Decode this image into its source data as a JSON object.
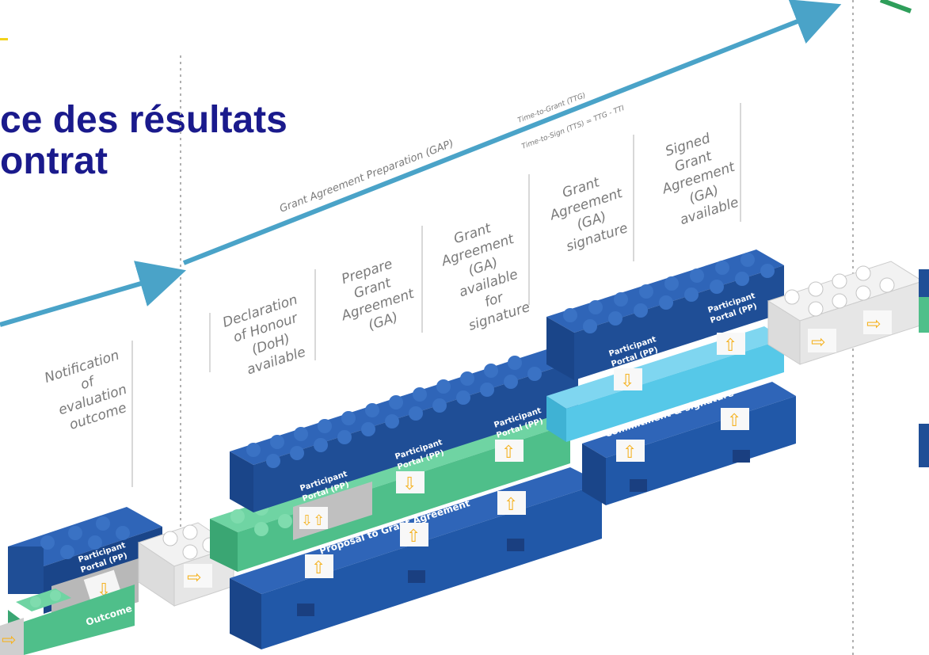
{
  "title": {
    "line1": "ce des résultats",
    "line2": "ontrat"
  },
  "timeline": {
    "gap_label": "Grant Agreement Preparation (GAP)",
    "ttg_label": "Time-to-Grant (TTG)",
    "tts_label": "Time-to-Sign (TTS) = TTG - TTI"
  },
  "stages": [
    {
      "lines": [
        "Notification",
        "of",
        "evaluation",
        "outcome"
      ]
    },
    {
      "lines": [
        "Declaration",
        "of Honour",
        "(DoH)",
        "available"
      ]
    },
    {
      "lines": [
        "Prepare",
        "Grant",
        "Agreement",
        "(GA)"
      ]
    },
    {
      "lines": [
        "Grant",
        "Agreement",
        "(GA)",
        "available",
        "for",
        "signature"
      ]
    },
    {
      "lines": [
        "Grant",
        "Agreement",
        "(GA)",
        "signature"
      ]
    },
    {
      "lines": [
        "Signed",
        "Grant",
        "Agreement",
        "(GA)",
        "available"
      ]
    }
  ],
  "brick_labels": {
    "participant_portal_line1": "Participant",
    "participant_portal_line2": "Portal (PP)",
    "outcome": "Outcome",
    "proposal_to_ga": "Proposal to Grant Agreement",
    "commitment": "Commitment & signature"
  },
  "colors": {
    "title": "#1a1a8c",
    "dark_blue": "#1f4e96",
    "mid_blue": "#2f65b8",
    "green": "#4fbf8a",
    "cyan": "#56c8e8",
    "white_brick": "#f2f2f2",
    "arrow_orange": "#f5b323",
    "timeline": "#4aa3c8"
  }
}
